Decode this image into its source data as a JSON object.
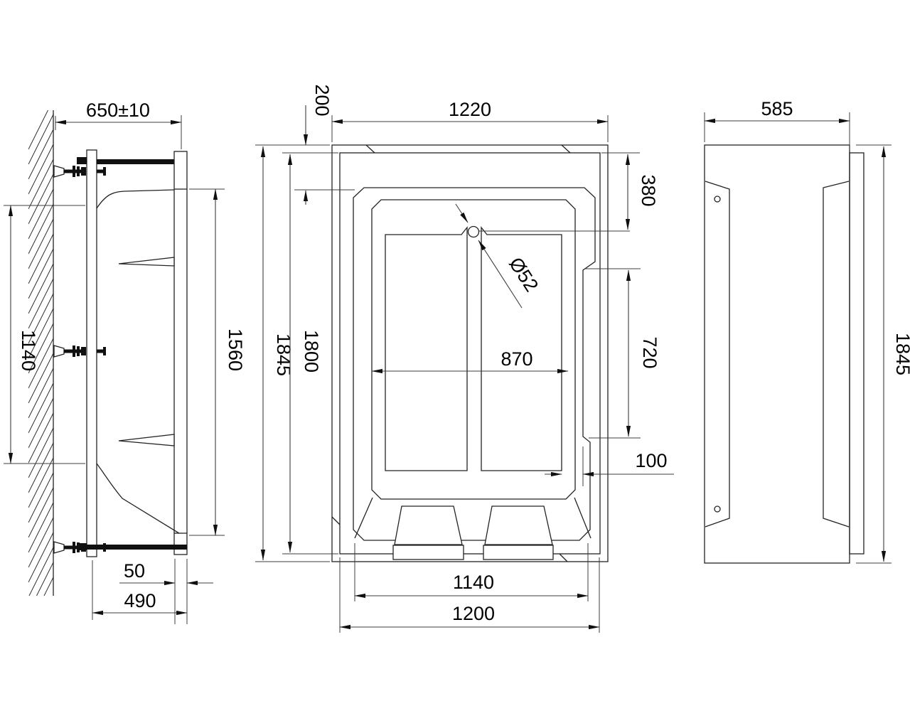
{
  "colors": {
    "background": "#ffffff",
    "line": "#232323",
    "dimension_line": "#3c3c3c",
    "text": "#000000"
  },
  "side_view": {
    "dim_wall_depth": "650±10",
    "dim_inner_height": "1140",
    "dim_body_height": "1560",
    "dim_base_gap": "50",
    "dim_base_depth": "490"
  },
  "plan_view": {
    "dim_rim_top": "200",
    "dim_top_width": "1220",
    "dim_head_depth": "380",
    "dim_drain_diameter": "Ø52",
    "dim_inner_width": "870",
    "dim_recess_length": "720",
    "dim_overall_height": "1845",
    "dim_shell_height": "1800",
    "dim_side_gap": "100",
    "dim_feet_span": "1140",
    "dim_base_width": "1200"
  },
  "end_view": {
    "dim_width": "585",
    "dim_height": "1845"
  }
}
